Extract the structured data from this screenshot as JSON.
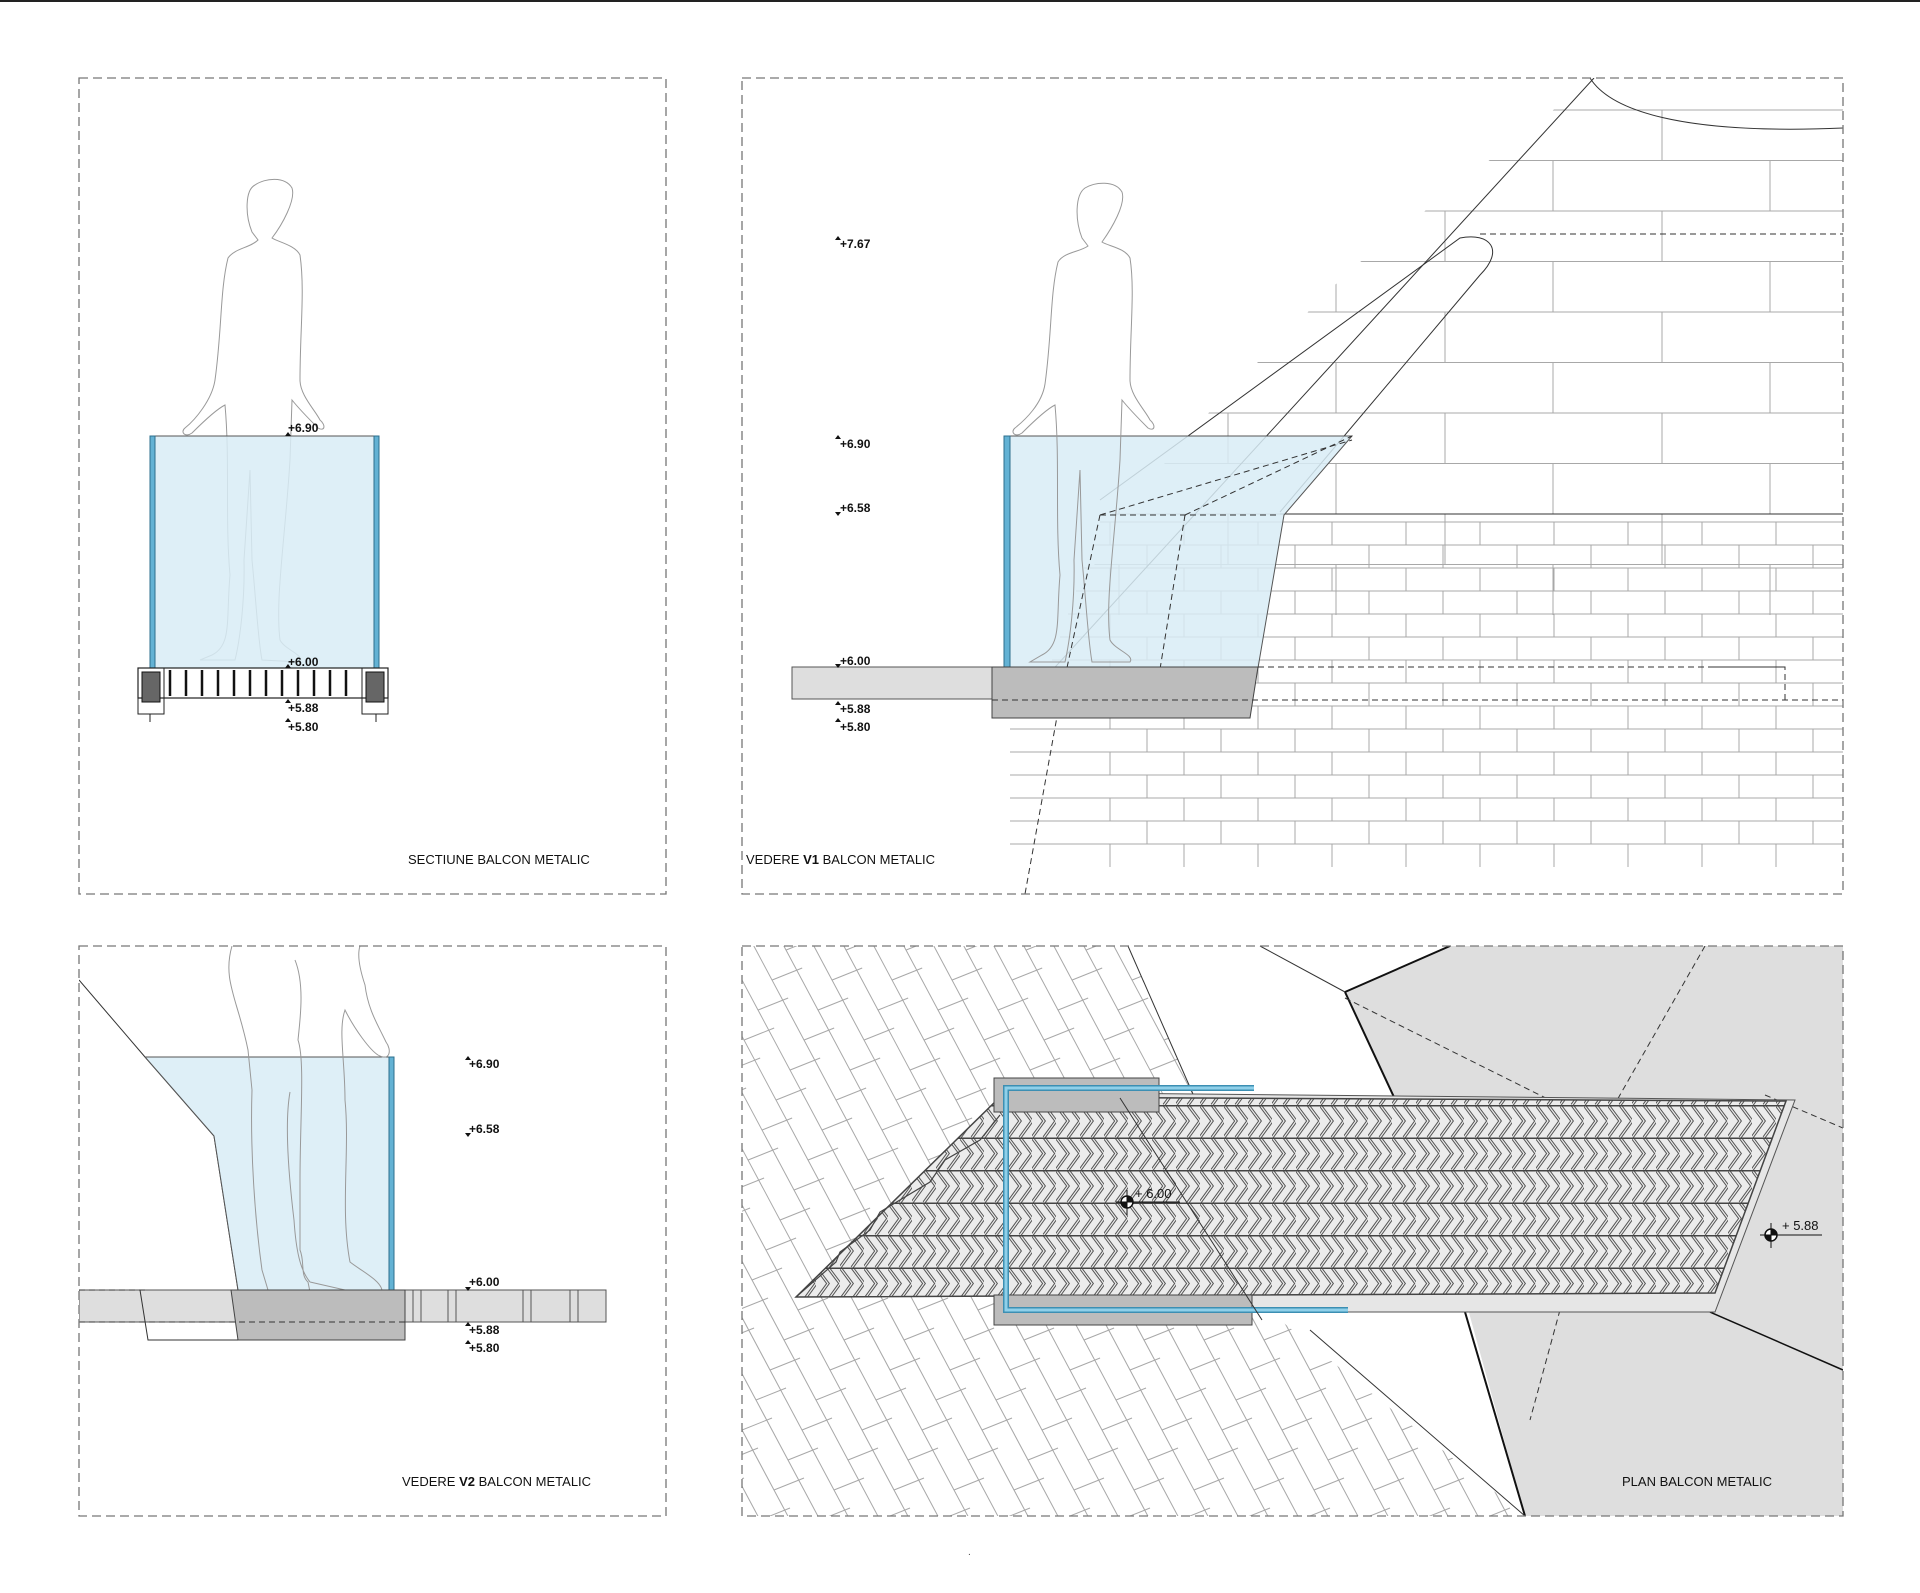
{
  "drawing": {
    "colors": {
      "glass": "#d8ecf6",
      "post": "#63b2d4",
      "slab": "#bcbcbc",
      "plan_ground": "#dedede",
      "frame": "#777777"
    },
    "panels": [
      {
        "id": "section",
        "title_prefix": "SECTIUNE BALCON METALIC",
        "title_bold": "",
        "title_suffix": "",
        "levels": [
          "+6.90",
          "+6.00",
          "+5.88",
          "+5.80"
        ]
      },
      {
        "id": "view-v1",
        "title_prefix": "VEDERE ",
        "title_bold": "V1",
        "title_suffix": " BALCON METALIC",
        "levels": [
          "+7.67",
          "+6.90",
          "+6.58",
          "+6.00",
          "+5.88",
          "+5.80"
        ]
      },
      {
        "id": "view-v2",
        "title_prefix": "VEDERE ",
        "title_bold": "V2",
        "title_suffix": " BALCON METALIC",
        "levels": [
          "+6.90",
          "+6.58",
          "+6.00",
          "+5.88",
          "+5.80"
        ]
      },
      {
        "id": "plan",
        "title_prefix": "PLAN BALCON METALIC",
        "title_bold": "",
        "title_suffix": "",
        "levels": [
          "+ 6.00",
          "+ 5.88"
        ]
      }
    ],
    "page_mark": "."
  }
}
